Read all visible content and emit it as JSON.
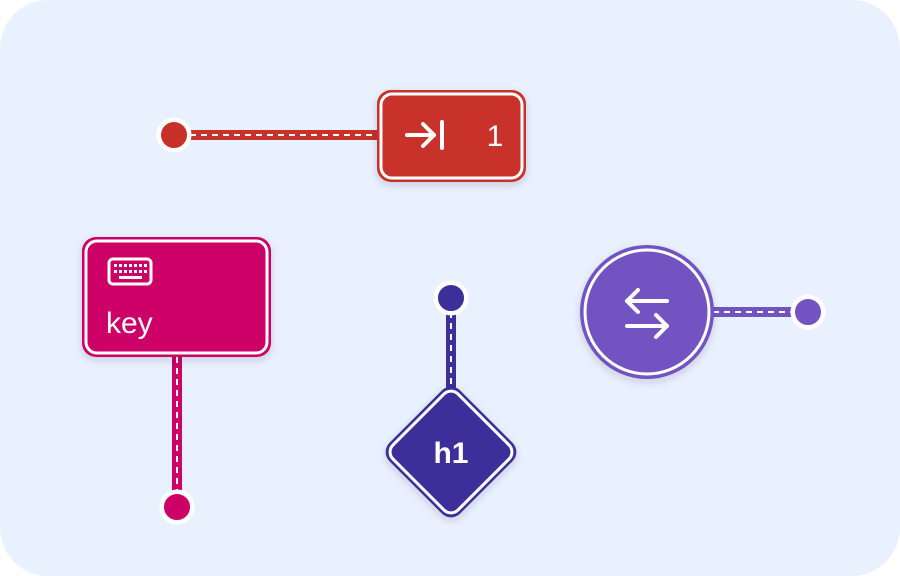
{
  "colors": {
    "background": "#eaf1fe",
    "red": "#c8312a",
    "magenta": "#cc0066",
    "indigo": "#3d2e99",
    "violet": "#7353c2",
    "white": "#ffffff"
  },
  "nodes": {
    "tab_node": {
      "icon": "tab-arrow-to-bar-icon",
      "label": "1"
    },
    "key_node": {
      "icon": "keyboard-icon",
      "label": "key"
    },
    "h1_node": {
      "label": "h1"
    },
    "swap_node": {
      "icon": "swap-arrows-icon"
    }
  }
}
